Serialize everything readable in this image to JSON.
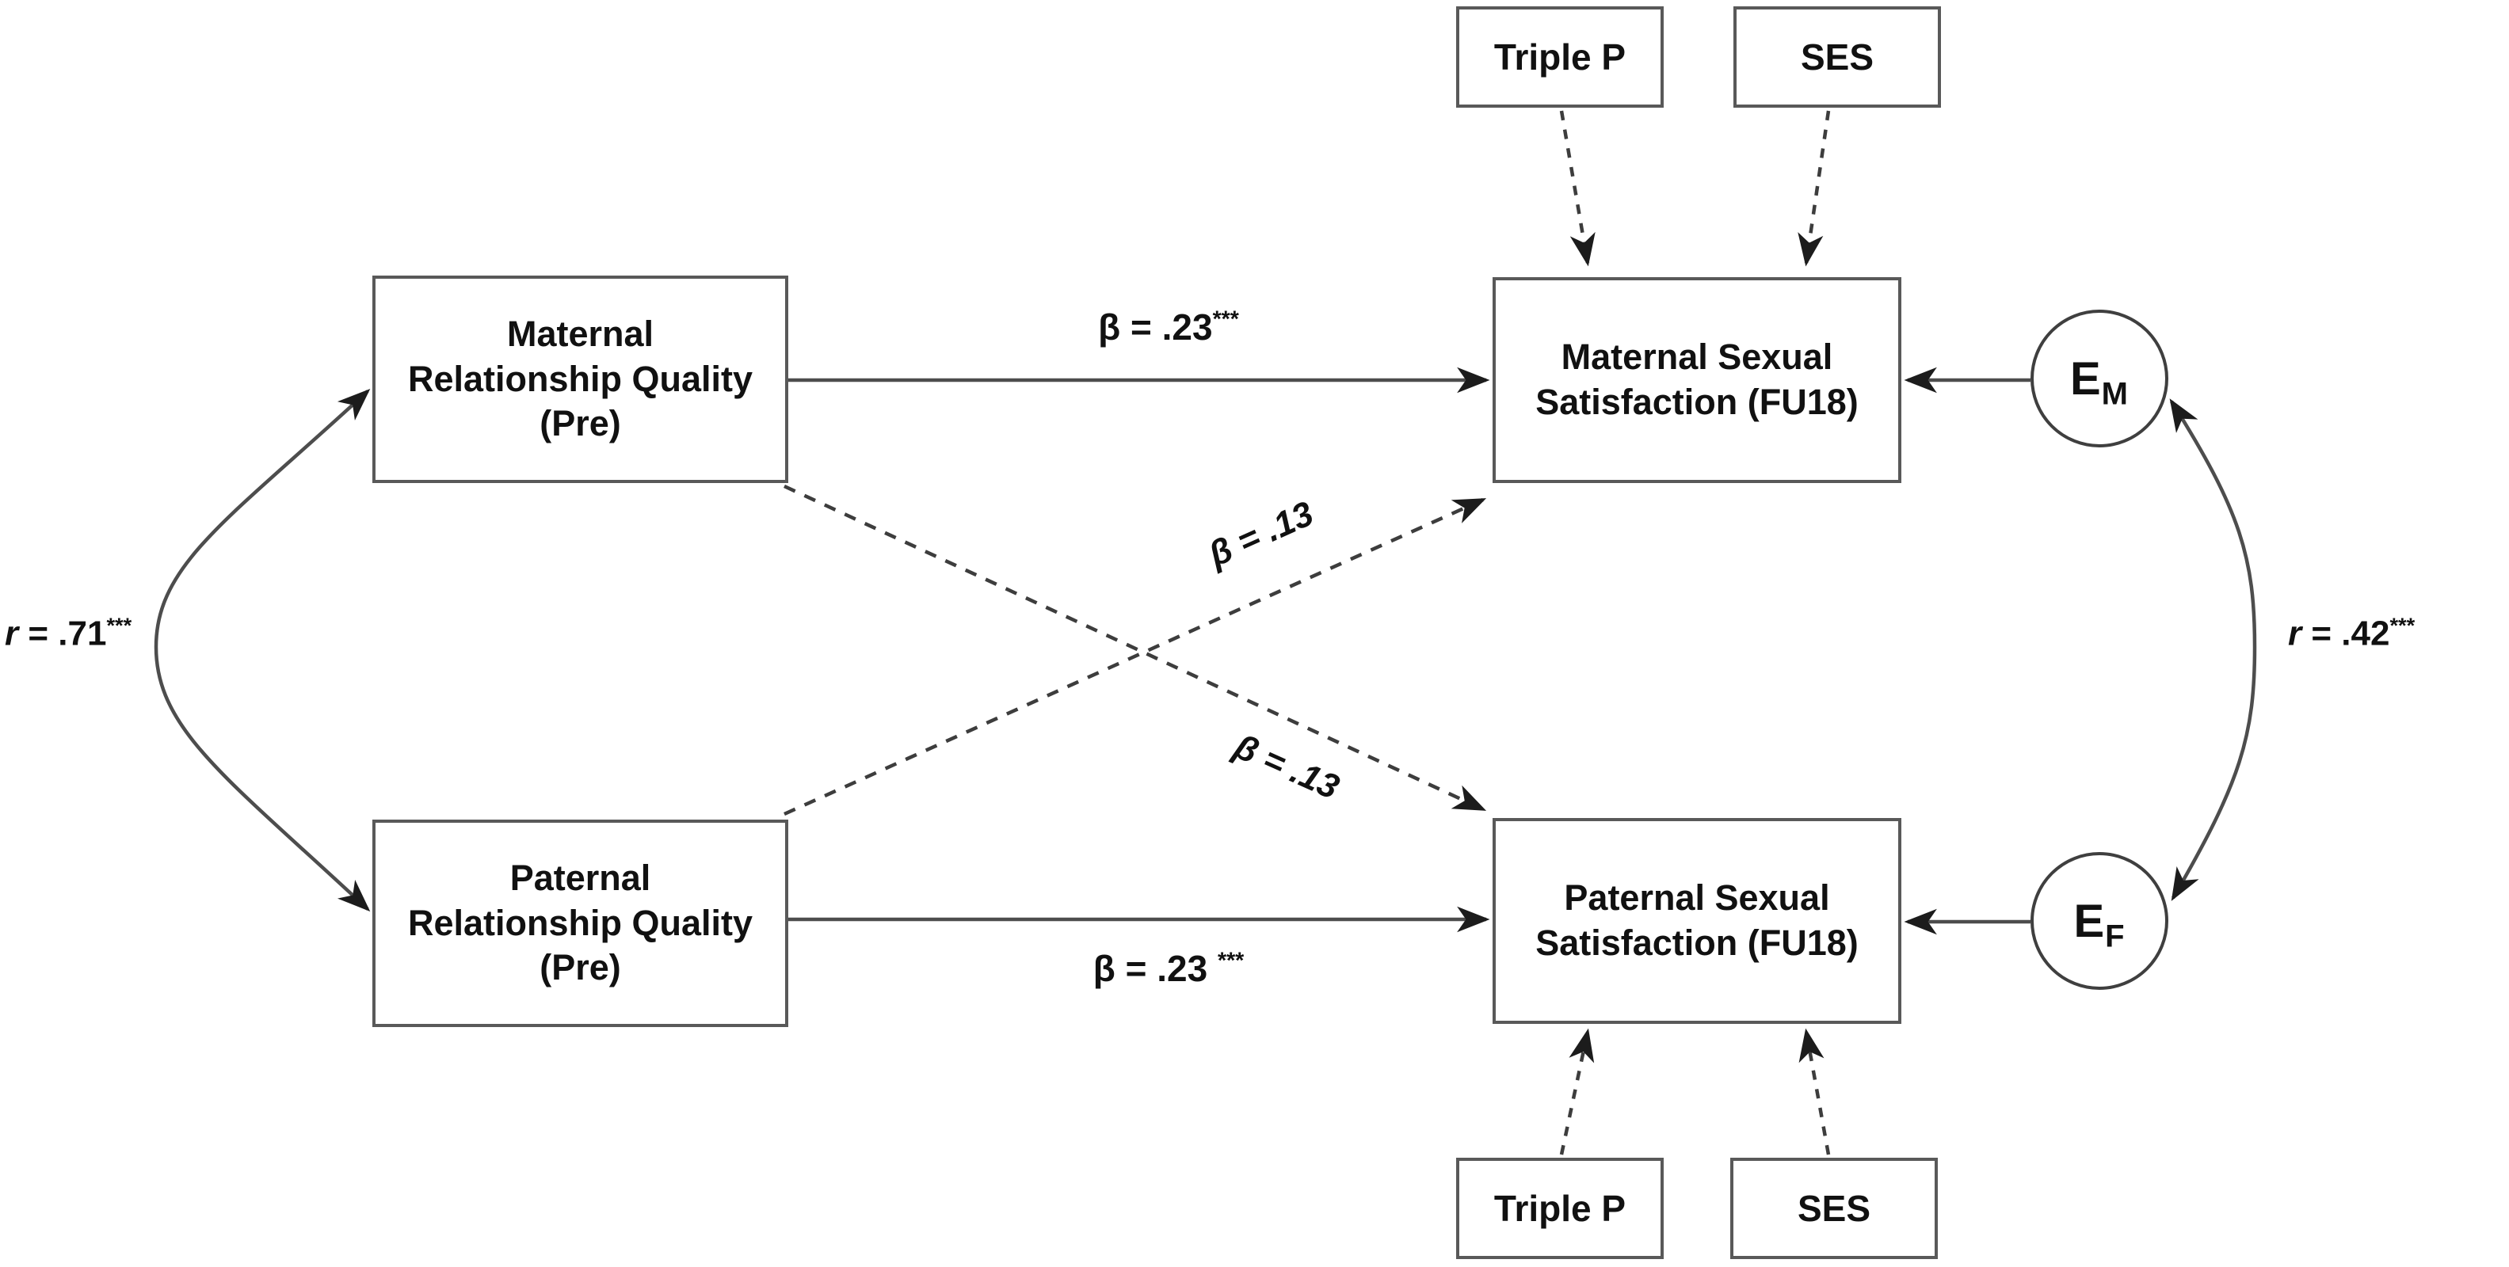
{
  "figure": {
    "background": "#ffffff",
    "colors": {
      "line": "#4d4d4d",
      "arrowhead": "#1c1c1c",
      "box_border": "#595959",
      "text": "#111111"
    },
    "boxes": {
      "maternal_rq": {
        "lines": [
          "Maternal",
          "Relationship Quality",
          "(Pre)"
        ]
      },
      "paternal_rq": {
        "lines": [
          "Paternal",
          "Relationship Quality",
          "(Pre)"
        ]
      },
      "maternal_ss": {
        "lines": [
          "Maternal Sexual",
          "Satisfaction (FU18)"
        ]
      },
      "paternal_ss": {
        "lines": [
          "Paternal Sexual",
          "Satisfaction (FU18)"
        ]
      },
      "triple_p_top": {
        "label": "Triple P"
      },
      "ses_top": {
        "label": "SES"
      },
      "triple_p_bottom": {
        "label": "Triple P"
      },
      "ses_bottom": {
        "label": "SES"
      }
    },
    "error_terms": {
      "maternal": {
        "base": "E",
        "sub": "M"
      },
      "paternal": {
        "base": "E",
        "sub": "F"
      }
    },
    "path_labels": {
      "maternal_direct": {
        "beta": "β = .23",
        "stars": "***"
      },
      "paternal_direct": {
        "beta": "β = .23 ",
        "stars": "***"
      },
      "cross_to_maternal": {
        "beta": "β = .13"
      },
      "cross_to_paternal": {
        "beta": "β = .13"
      },
      "corr_left": {
        "sym": "r",
        "value": " = .71",
        "stars": "***"
      },
      "corr_right": {
        "sym": "r",
        "value": " = .42",
        "stars": "***"
      }
    },
    "edges": [
      {
        "from": "maternal_rq",
        "to": "maternal_ss",
        "style": "solid",
        "label": "β = .23***"
      },
      {
        "from": "paternal_rq",
        "to": "paternal_ss",
        "style": "solid",
        "label": "β = .23 ***"
      },
      {
        "from": "maternal_rq",
        "to": "paternal_ss",
        "style": "dashed",
        "label": "β = .13"
      },
      {
        "from": "paternal_rq",
        "to": "maternal_ss",
        "style": "dashed",
        "label": "β = .13"
      },
      {
        "from": "triple_p_top",
        "to": "maternal_ss",
        "style": "dashed",
        "label": ""
      },
      {
        "from": "ses_top",
        "to": "maternal_ss",
        "style": "dashed",
        "label": ""
      },
      {
        "from": "triple_p_bottom",
        "to": "paternal_ss",
        "style": "dashed",
        "label": ""
      },
      {
        "from": "ses_bottom",
        "to": "paternal_ss",
        "style": "dashed",
        "label": ""
      },
      {
        "from": "e_m",
        "to": "maternal_ss",
        "style": "solid",
        "label": ""
      },
      {
        "from": "e_f",
        "to": "paternal_ss",
        "style": "solid",
        "label": ""
      },
      {
        "between": [
          "maternal_rq",
          "paternal_rq"
        ],
        "style": "solid",
        "type": "correlation",
        "label": "r = .71***"
      },
      {
        "between": [
          "e_m",
          "e_f"
        ],
        "style": "solid",
        "type": "correlation",
        "label": "r = .42***"
      }
    ]
  }
}
